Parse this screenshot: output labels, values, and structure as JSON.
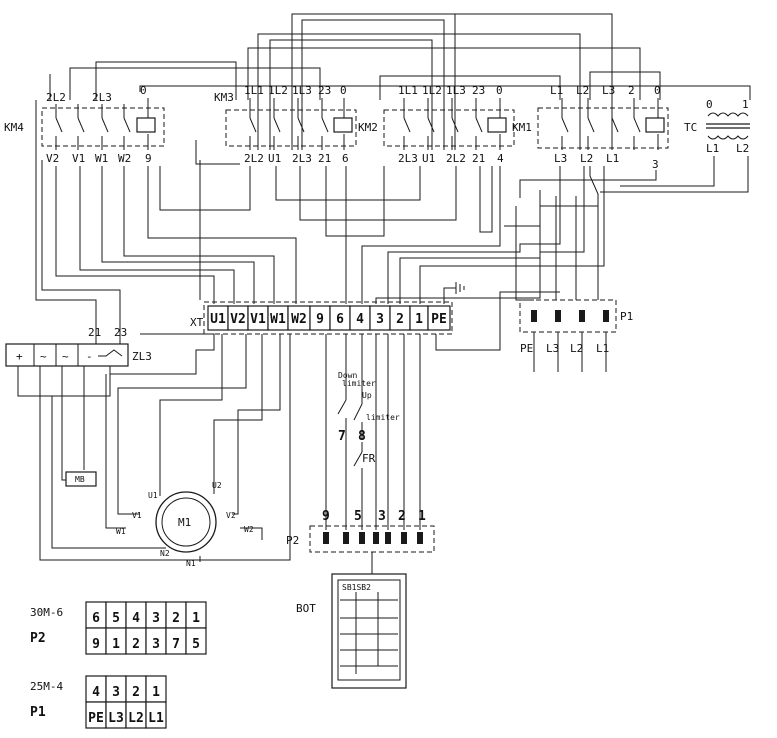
{
  "contactors": {
    "km4": {
      "name": "KM4",
      "top": [
        "2L2",
        "2L3",
        "0"
      ],
      "bottom": [
        "V2",
        "V1",
        "W1",
        "W2",
        "9"
      ]
    },
    "km3": {
      "name": "KM3",
      "top": [
        "1L1",
        "1L2",
        "1L3",
        "23",
        "0"
      ],
      "bottom": [
        "2L2",
        "U1",
        "2L3",
        "21",
        "6"
      ]
    },
    "km2": {
      "name": "KM2",
      "top": [
        "1L1",
        "1L2",
        "1L3",
        "23",
        "0"
      ],
      "bottom": [
        "2L3",
        "U1",
        "2L2",
        "21",
        "4"
      ]
    },
    "km1": {
      "name": "KM1",
      "top": [
        "L1",
        "L2",
        "L3",
        "2",
        "0"
      ],
      "bottom": [
        "L3",
        "L2",
        "L1",
        "3"
      ]
    }
  },
  "transformer": {
    "name": "TC",
    "primary": [
      "0",
      "1"
    ],
    "secondary": [
      "L1",
      "L2"
    ]
  },
  "terminal_block": {
    "name": "XT",
    "terminals": [
      "U1",
      "V2",
      "V1",
      "W1",
      "W2",
      "9",
      "6",
      "4",
      "3",
      "2",
      "1",
      "PE"
    ]
  },
  "plug_p1": {
    "name": "P1",
    "pins": [
      "PE",
      "L3",
      "L2",
      "L1"
    ]
  },
  "brake": {
    "name": "ZL3",
    "terms": [
      "+",
      "~",
      "~",
      "-"
    ],
    "contacts": [
      "21",
      "23"
    ]
  },
  "limits": {
    "down": [
      "Down",
      "limiter"
    ],
    "up": [
      "Up",
      "limiter"
    ],
    "fr": "FR",
    "wire7": "7",
    "wire8": "8"
  },
  "motor": {
    "name": "M1",
    "rectifier": "MB",
    "terminals": [
      "U1",
      "U2",
      "V1",
      "V2",
      "W1",
      "W2",
      "N1",
      "N2"
    ]
  },
  "plug_p2": {
    "name": "P2",
    "pins": [
      "9",
      "5",
      "3",
      "2",
      "1"
    ]
  },
  "pendant": {
    "name": "BOT",
    "buttons": "SB1SB2"
  },
  "tables": {
    "t30": {
      "model": "30M-6",
      "row1": [
        "6",
        "5",
        "4",
        "3",
        "2",
        "1"
      ],
      "label": "P2",
      "row2": [
        "9",
        "1",
        "2",
        "3",
        "7",
        "5"
      ]
    },
    "t25": {
      "model": "25M-4",
      "row1": [
        "4",
        "3",
        "2",
        "1"
      ],
      "label": "P1",
      "row2": [
        "PE",
        "L3",
        "L2",
        "L1"
      ]
    }
  }
}
